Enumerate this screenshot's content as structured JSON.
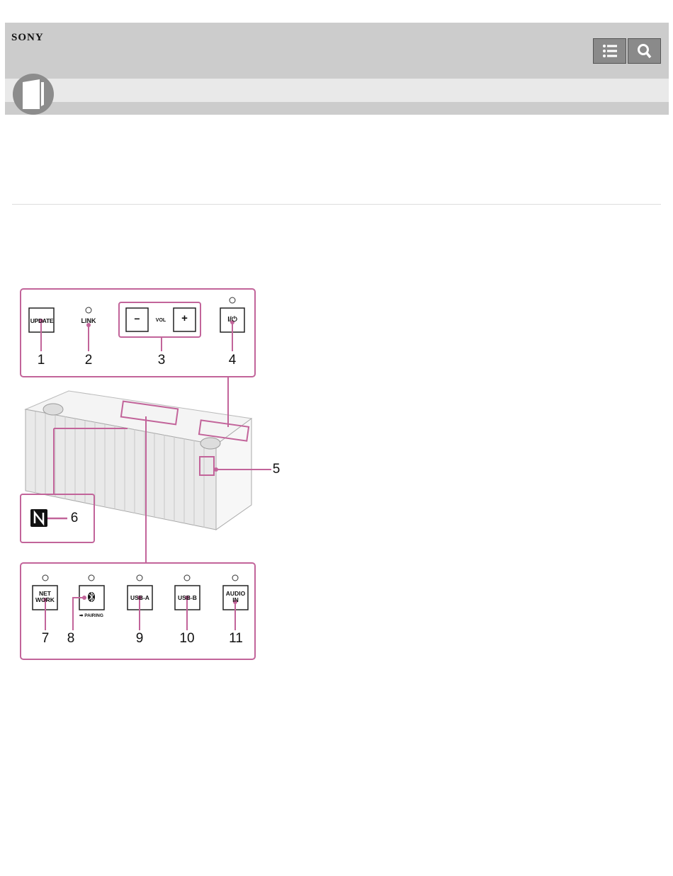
{
  "header": {
    "logo": "SONY",
    "toc_icon": "list-icon",
    "search_icon": "search-icon",
    "book_icon": "book-icon"
  },
  "diagram": {
    "top_panel": {
      "update_label": "UPDATE",
      "link_label": "LINK",
      "vol_minus": "−",
      "vol_label": "VOL",
      "vol_plus": "+",
      "power_label": "I/⏻"
    },
    "nfc_icon": "nfc-icon",
    "bottom_panel": {
      "network_label": [
        "NET",
        "WORK"
      ],
      "bluetooth_icon": "bluetooth-icon",
      "pairing_label": "PAIRING",
      "usba_label": "USB-A",
      "usbb_label": "USB-B",
      "audioin_label": [
        "AUDIO",
        "IN"
      ]
    },
    "callouts": [
      "1",
      "2",
      "3",
      "4",
      "5",
      "6",
      "7",
      "8",
      "9",
      "10",
      "11"
    ],
    "accent_color": "#c2649a"
  }
}
